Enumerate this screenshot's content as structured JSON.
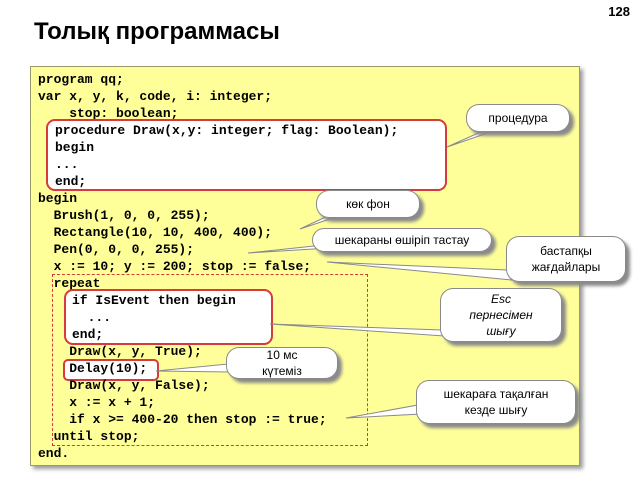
{
  "page_number": "128",
  "title": "Толық программасы",
  "code": {
    "header_lines": [
      "program qq;",
      "var x, y, k, code, i: integer;",
      "    stop: boolean;"
    ],
    "procedure_lines": [
      "procedure Draw(x,y: integer; flag: Boolean);",
      "begin",
      "...",
      "end;"
    ],
    "main_lines": [
      "begin",
      "  Brush(1, 0, 0, 255);",
      "  Rectangle(10, 10, 400, 400);",
      "  Pen(0, 0, 0, 255);",
      "  x := 10; y := 200; stop := false;",
      "  repeat"
    ],
    "event_lines": [
      "if IsEvent then begin",
      "  ...",
      "end;"
    ],
    "loop_lines": [
      "    Draw(x, y, True);",
      "    Delay(10);",
      "    Draw(x, y, False);",
      "    x := x + 1;",
      "    if x >= 400-20 then stop := true;",
      "  until stop;",
      "end."
    ]
  },
  "callouts": {
    "procedure": "процедура",
    "background": "көк фон",
    "border": "шекараны өшіріп тастау",
    "initial_1": "бастапқы",
    "initial_2": "жағдайлары",
    "esc_1": "Esc",
    "esc_2": "пернесімен",
    "esc_3": "шығу",
    "wait_1": "10 мс",
    "wait_2": "күтеміз",
    "exit_1": "шекараға тақалған",
    "exit_2": "кезде шығу"
  }
}
